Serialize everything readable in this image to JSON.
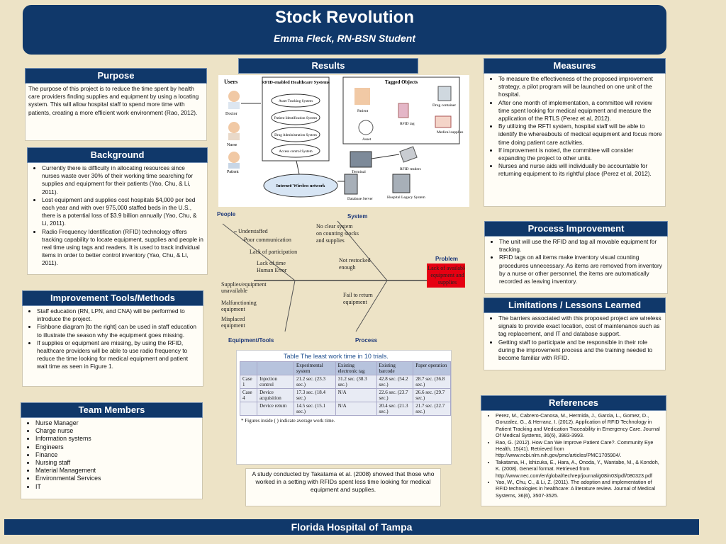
{
  "header": {
    "title": "Stock Revolution",
    "subtitle": "Emma Fleck, RN-BSN Student"
  },
  "footer": {
    "text": "Florida Hospital of Tampa"
  },
  "purpose": {
    "heading": "Purpose",
    "text": "The purpose of this project is to reduce the time spent by health care providers finding supplies and equipment by using a locating system. This will allow hospital staff  to spend more time with patients, creating a more efficient work environment (Rao, 2012)."
  },
  "background": {
    "heading": "Background",
    "items": [
      "Currently there is difficulty in allocating resources since nurses waste over 30% of their working time searching for supplies and equipment for their patients  (Yao, Chu, & Li, 2011).",
      "Lost equipment and supplies cost hospitals $4,000 per bed each year and with over 975,000 staffed beds in the U.S., there is a potential loss of $3.9 billion annually (Yao, Chu, & Li, 2011).",
      "Radio Frequency Identification (RFID) technology offers tracking capability to locate equipment, supplies and people in real time using tags and readers. It is used to track individual items in order to better control inventory (Yao, Chu, & Li, 2011)."
    ]
  },
  "tools": {
    "heading": "Improvement Tools/Methods",
    "items": [
      "Staff education (RN, LPN, and CNA) will be performed to introduce the project.",
      "Fishbone diagram [to the right] can be used in staff education to illustrate the season why the equipment goes missing.",
      "If supplies or equipment are missing, by using the  RFID, healthcare providers will be able to use radio frequency to reduce the time looking for medical equipment and patient wait time as seen in Figure 1."
    ]
  },
  "team": {
    "heading": "Team Members",
    "items": [
      "Nurse Manager",
      " Charge nurse",
      " Information systems",
      " Engineers",
      "Finance",
      "Nursing staff",
      "Material Management",
      "Environmental Services",
      "IT"
    ]
  },
  "results": {
    "heading": "Results",
    "rfid_diagram": {
      "users_label": "Users",
      "users": [
        "Doctor",
        "Nurse",
        "Patient"
      ],
      "systems_title": "RFID-enabled Healthcare Systems",
      "systems": [
        "Asset Tracking System",
        "Patient Identification System",
        "Drug Administration System",
        "Access control System"
      ],
      "network": "Internet/ Wireless network",
      "tagged_title": "Tagged Objects",
      "tagged": [
        "Patient",
        "RFID tag",
        "Drug container",
        "Asset",
        "Medical supplies"
      ],
      "infra": [
        "Terminal",
        "RFID readers",
        "Database Server",
        "Hospital Legacy System"
      ]
    },
    "fishbone": {
      "people": "People",
      "system": "System",
      "equipment": "Equipment/Tools",
      "process": "Process",
      "problem_label": "Problem",
      "problem": "Lack of available equipment and supplies",
      "causes": {
        "understaffed": "Understaffed",
        "poor_comm": "Poor communication",
        "lack_participation": "Lack of participation",
        "lack_time": "Lack of time",
        "human_error": "Human Error",
        "no_system": "No clear system on counting stocks and supplies",
        "not_restocked": "Not restocked enough",
        "supplies_unavail": "Supplies/equipment unavailable",
        "malfunctioning": "Malfunctioning equipment",
        "misplaced": "Misplaced equipment",
        "fail_return": "Fail to return equipment"
      }
    },
    "table": {
      "caption": "Table   The least work time in 10 trials.",
      "headers": [
        "",
        "",
        "Experimental system",
        "Existing electronic tag",
        "Existing barcode",
        "Paper operation"
      ],
      "rows": [
        [
          "Case 1",
          "Injection control",
          "21.2 sec. (23.3 sec.)",
          "31.2 sec. (38.3 sec.)",
          "42.8 sec. (54.2 sec.)",
          "28.7 sec. (36.8 sec.)"
        ],
        [
          "Case 4",
          "Device acquisition",
          "17.3 sec. (18.4 sec.)",
          "N/A",
          "22.6 sec. (23.7 sec.)",
          "26.6 sec. (29.7 sec.)"
        ],
        [
          "",
          "Device return",
          "14.5 sec. (15.1 sec.)",
          "N/A",
          "20.4 sec. (21.3 sec.)",
          "21.7 sec. (22.7 sec.)"
        ]
      ],
      "note": "* Figures inside ( ) indicate average work time."
    },
    "caption": "A study conducted by Takatama et al. (2008)  showed that those who worked in a setting with RFIDs spent less time looking for medical equipment and supplies."
  },
  "measures": {
    "heading": "Measures",
    "items": [
      "To measure the effectiveness of the proposed improvement strategy, a pilot program will be launched on one unit of the hospital.",
      "After one month of implementation, a committee will review time spent looking for medical equipment and measure the application of the RTLS (Perez et al, 2012).",
      "By utilizing the RFTI system, hospital staff will be able to identify the whereabouts of medical equipment and focus more time doing patient care activities.",
      "If improvement is noted, the committee will consider expanding the project to other units.",
      "Nurses and nurse aids will individually be accountable for  returning equipment to its rightful place (Perez et al, 2012)."
    ]
  },
  "process": {
    "heading": "Process Improvement",
    "items": [
      "The unit will use the RFID and tag all movable equipment for tracking.",
      "RFID tags on all items make inventory visual counting procedures unnecessary. As items are removed from inventory by a nurse or other personnel, the items are automatically recorded as leaving inventory."
    ]
  },
  "limitations": {
    "heading": "Limitations / Lessons Learned",
    "items": [
      "The barriers associated with this proposed project are wireless signals to provide exact location, cost of maintenance such as tag replacement, and IT and database support.",
      "Getting staff to participate and be responsible in their role during the improvement process and the training needed to become familiar with RFID."
    ]
  },
  "references": {
    "heading": "References",
    "items": [
      "Perez, M., Cabrero-Canosa, M., Hermida, J., Garcia, L., Gomez, D., Gonzalez, G., & Herranz, I. (2012). Application of RFID Technology in Patient Tracking and Medication Traceability in Emergency Care. Journal Of Medical Systems, 36(6), 3983-3993.",
      "Rao, G. (2012). How Can We Improve Patient Care?. Community Eye Health, 15(41). Retrieved from http://www.ncbi.nlm.nih.gov/pmc/articles/PMC1705904/.",
      "Takatama, H., Ishizuka, E., Hara, A., Onoda, Y., Wantabe, M., & Kondoh, K. (2008). General format. Retrieved from http://www.nec.com/en/global/techrep/journal/g08/n03/pdf/080323.pdf",
      "Yao, W., Chu, C., & Li, Z. (2011). The adoption and implementation of RFID technologies in healthcare: A literature review. Journal of Medical Systems, 36(6), 3507-3525."
    ]
  }
}
